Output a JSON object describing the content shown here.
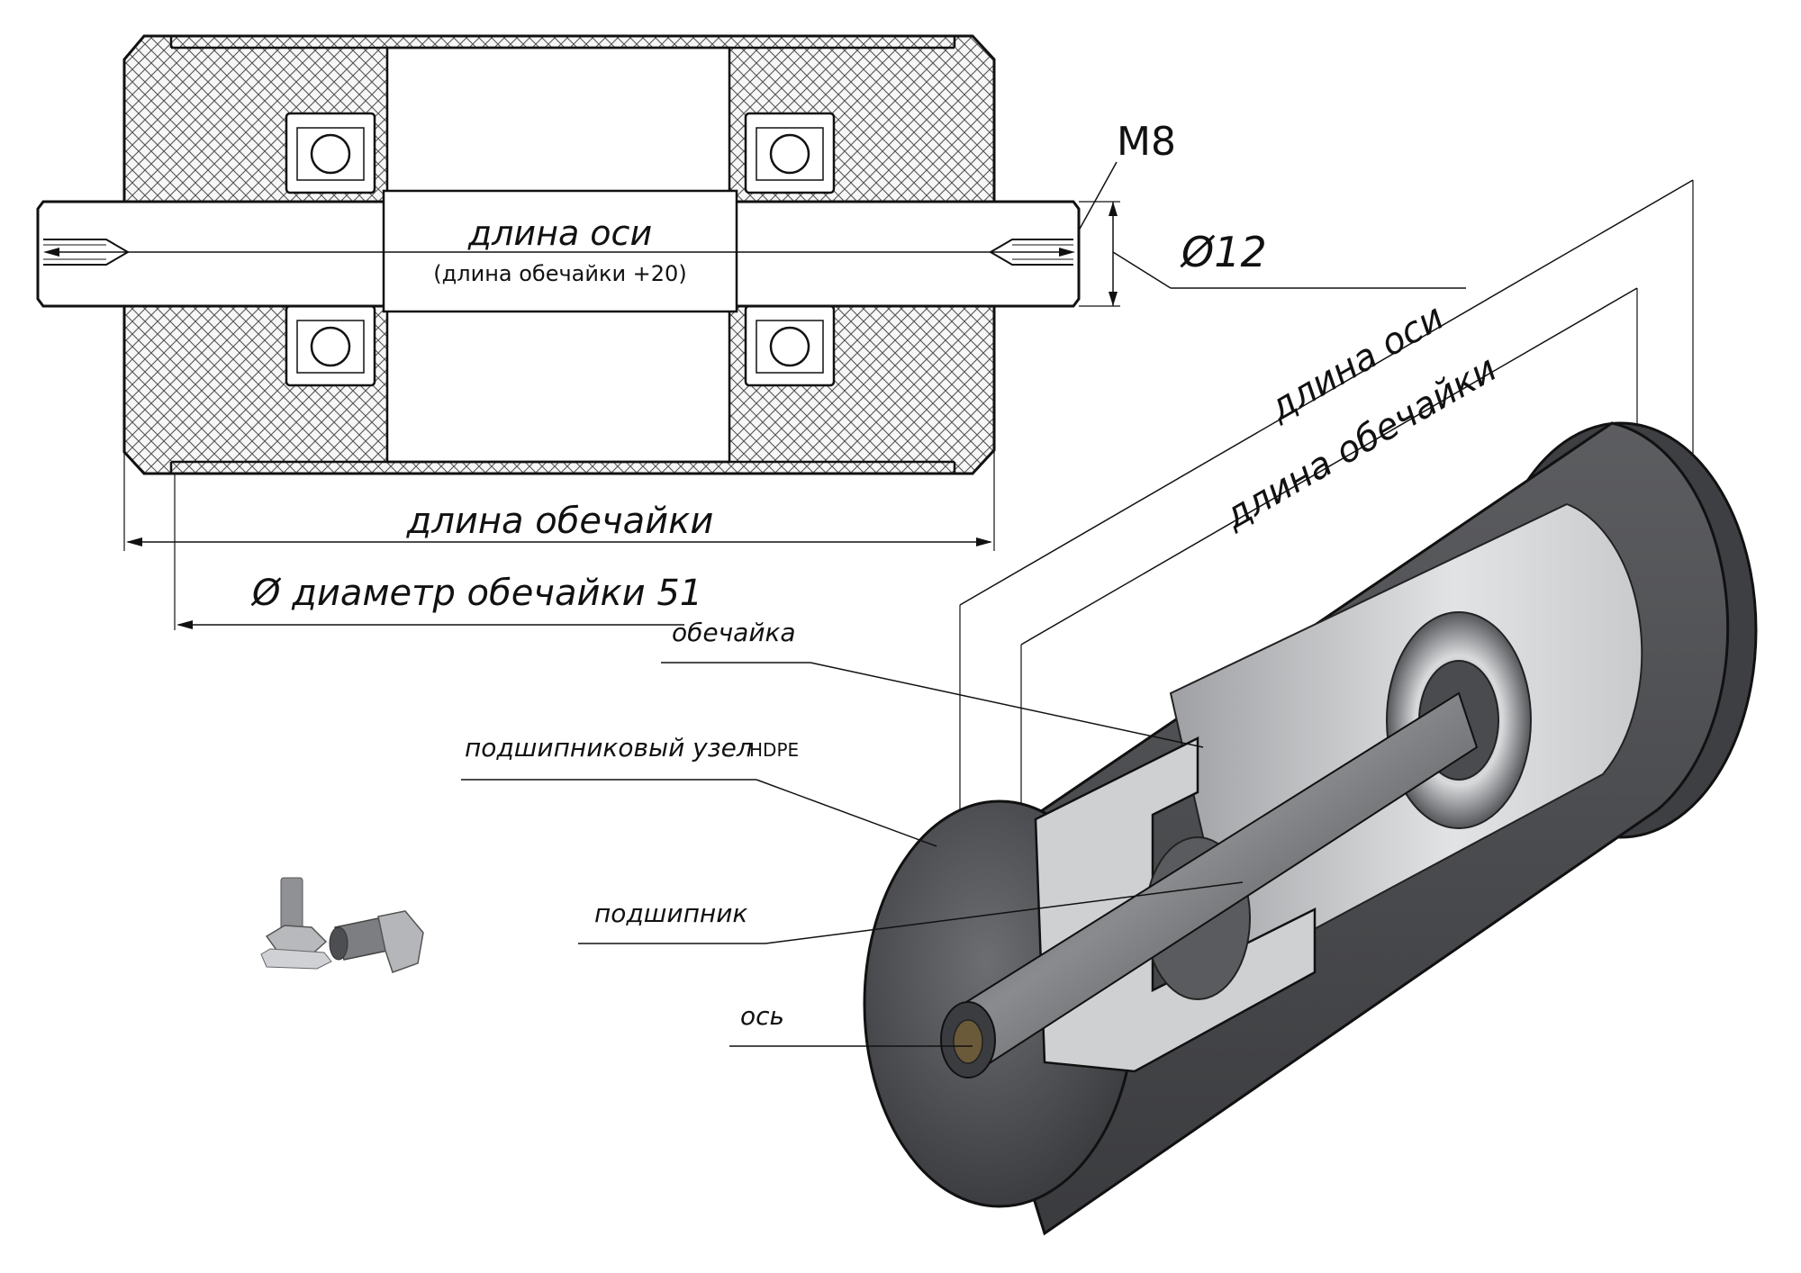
{
  "drawing": {
    "axis_length_label": "длина оси",
    "axis_length_note": "(длина обечайки +20)",
    "thread_label": "M8",
    "axis_diameter_label": "Ø12",
    "shell_length_label": "длина обечайки",
    "shell_diameter_label": "Ø диаметр обечайки 51"
  },
  "iso": {
    "axis_length_label": "длина оси",
    "shell_length_label": "длина обечайки"
  },
  "callouts": {
    "shell": "обечайка",
    "bearing_unit": "подшипниковый узел",
    "bearing_unit_material": "HDPE",
    "bearing": "подшипник",
    "axle": "ось"
  },
  "colors": {
    "line": "#111111",
    "steel_dark": "#4a4b4e",
    "steel_mid": "#6b6c70",
    "steel_light": "#b8b9bb",
    "section_hatch": "#555555"
  }
}
